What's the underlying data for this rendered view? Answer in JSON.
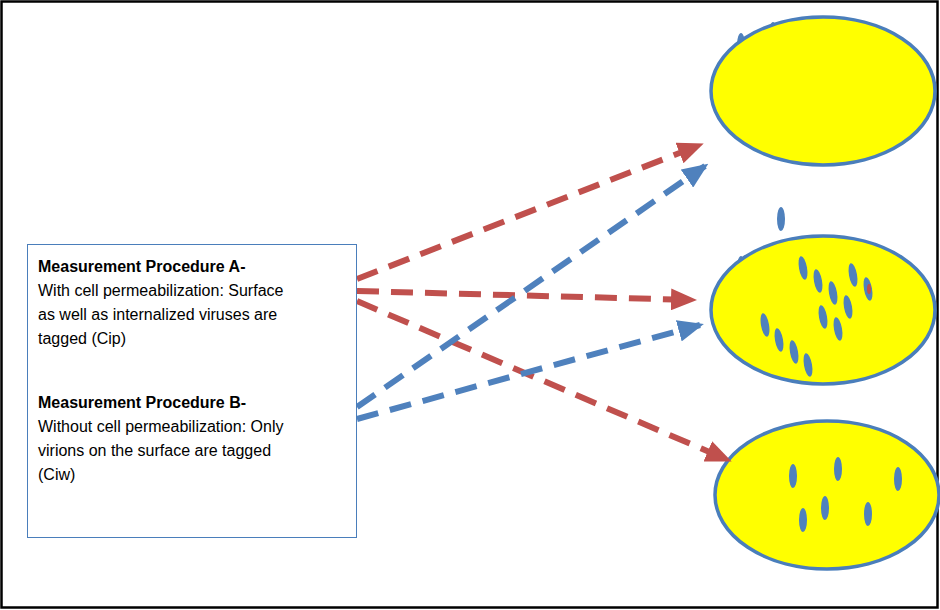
{
  "diagram": {
    "nodes": [
      {
        "text": [
          "Measurement Procedure A-",
          "With cell permeabilization: Surface as well as internalized viruses are tagged (Cip)",
          "Measurement Procedure B-",
          "Without cell permeabilization: Only virions on the surface are tagged (Ciw)"
        ]
      }
    ]
  }
}
